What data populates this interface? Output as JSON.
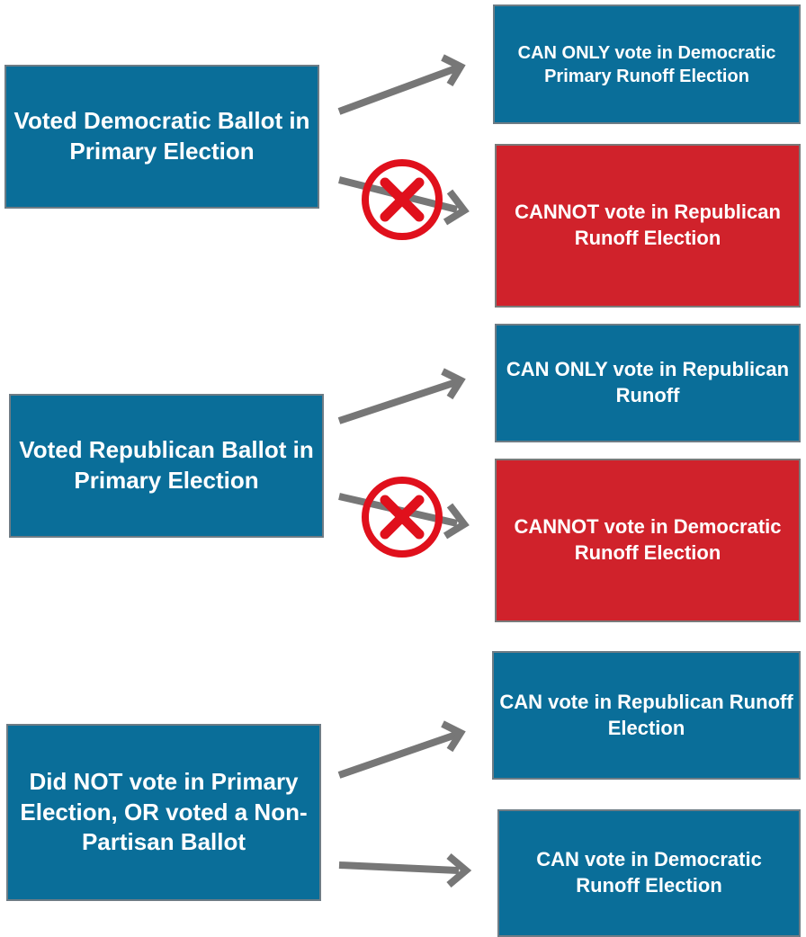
{
  "groups": [
    {
      "source": "Voted Democratic Ballot in Primary Election",
      "allowed": "CAN ONLY vote in Democratic Primary Runoff Election",
      "denied": "CANNOT vote in Republican Runoff Election"
    },
    {
      "source": "Voted Republican Ballot in Primary Election",
      "allowed": "CAN ONLY vote in Republican Runoff",
      "denied": "CANNOT vote in Democratic Runoff Election"
    },
    {
      "source": "Did NOT vote in Primary Election, OR voted a Non-Partisan Ballot",
      "allowed_1": "CAN vote in Republican Runoff Election",
      "allowed_2": "CAN vote in Democratic Runoff Election"
    }
  ],
  "colors": {
    "allowed": "#0a6e99",
    "denied": "#d0222b",
    "arrow": "#777777",
    "cross": "#e0101c"
  }
}
